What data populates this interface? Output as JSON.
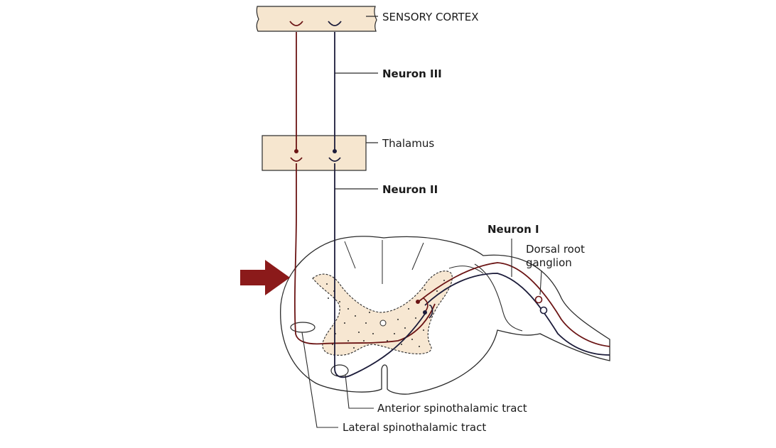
{
  "labels": {
    "sensory_cortex": "SENSORY CORTEX",
    "neuron_iii": "Neuron III",
    "thalamus": "Thalamus",
    "neuron_ii": "Neuron II",
    "neuron_i": "Neuron I",
    "dorsal_root_ganglion_line1": "Dorsal root",
    "dorsal_root_ganglion_line2": "ganglion",
    "anterior_tract": "Anterior spinothalamic tract",
    "lateral_tract": "Lateral spinothalamic tract"
  },
  "colors": {
    "pathway_red": "#6b1414",
    "pathway_navy": "#1c1c3a",
    "box_fill": "#f6e6cf",
    "gray_matter_fill": "#f7e7d2",
    "arrow": "#8b1a1a",
    "outline": "#2a2a2a"
  }
}
